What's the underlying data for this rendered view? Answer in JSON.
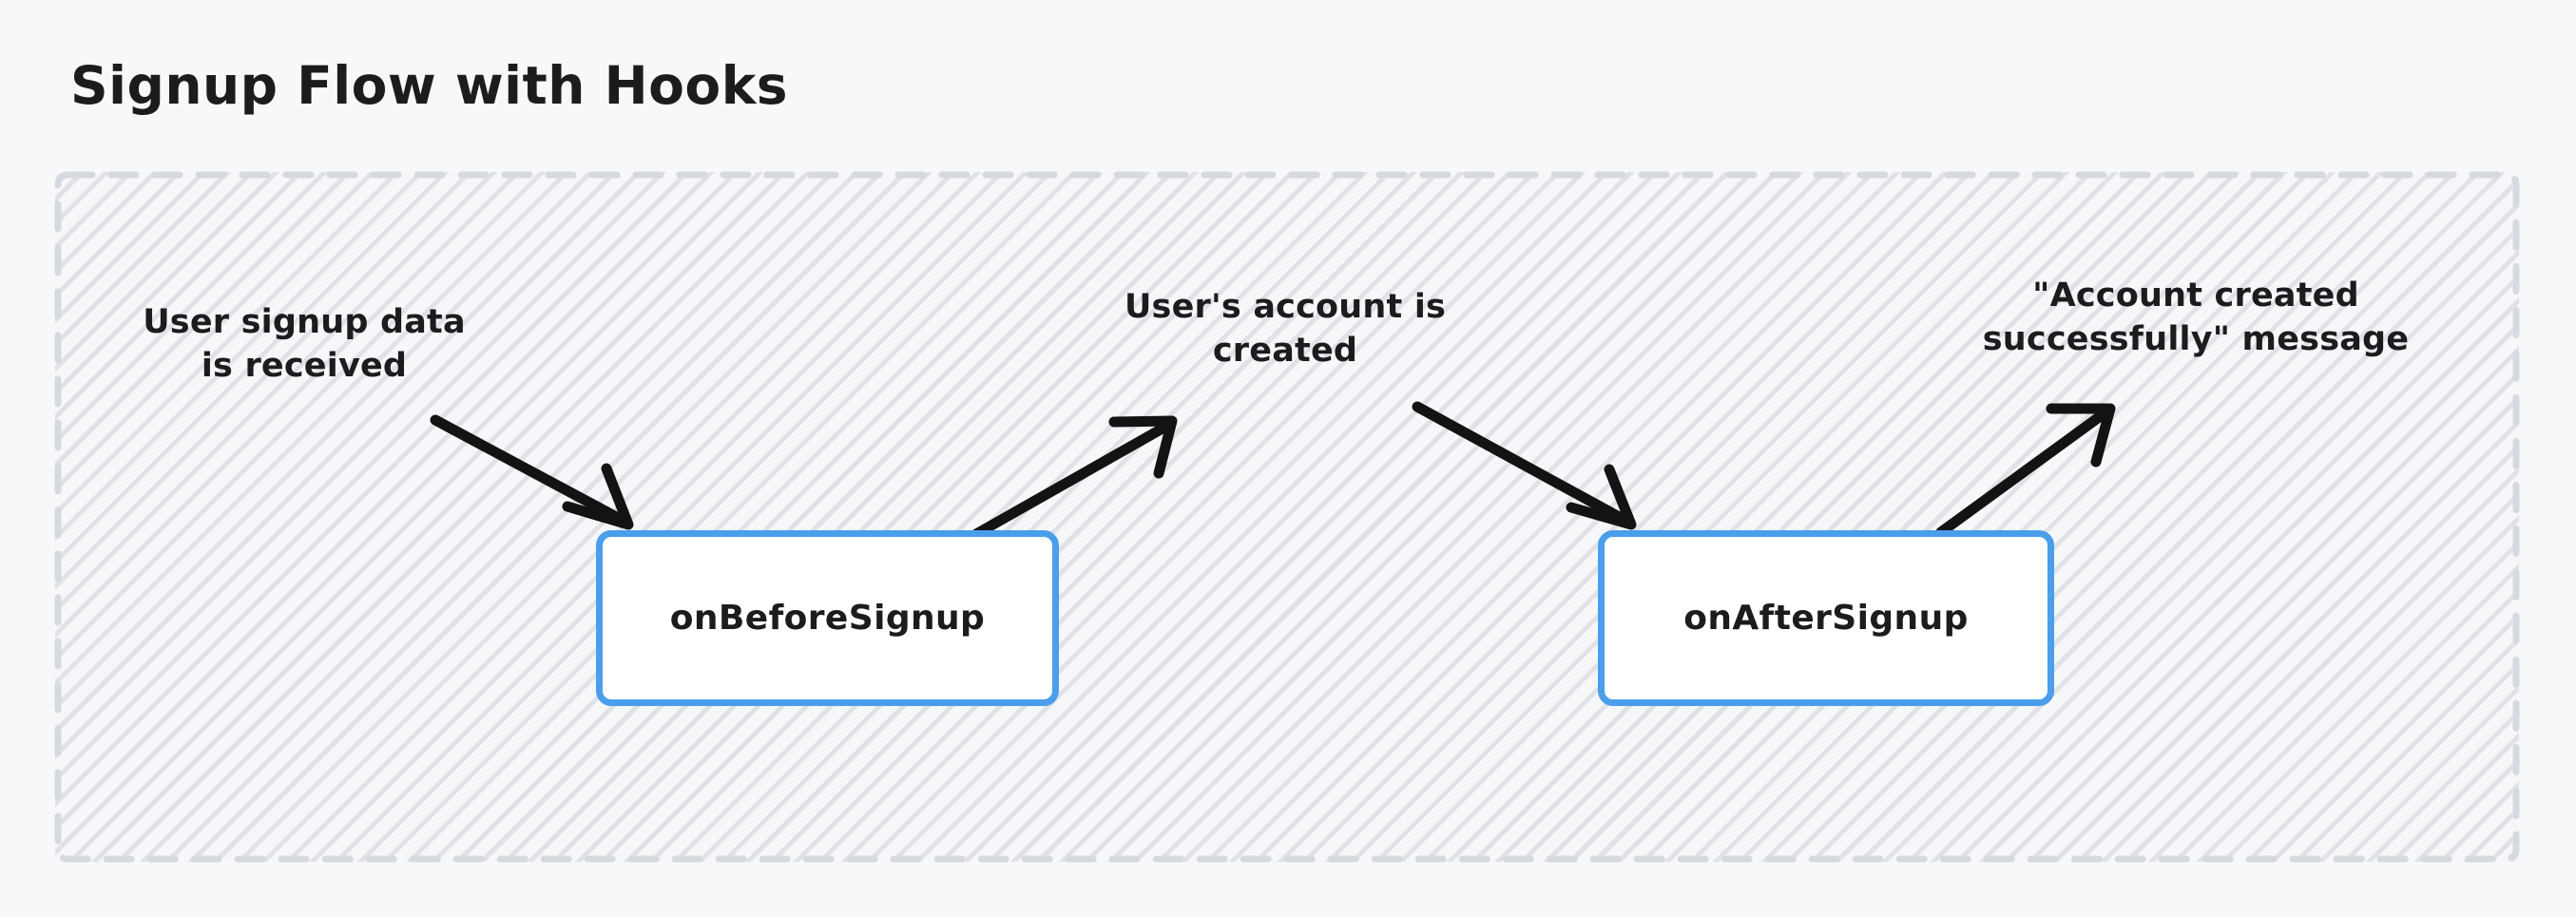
{
  "diagram": {
    "title": "Signup Flow with Hooks",
    "type": "flow",
    "colors": {
      "page_background": "#f7f8fa",
      "container_background": "#f6f7f9",
      "container_border": "#d6d9df",
      "node_border": "#4a9eea",
      "node_fill": "#ffffff",
      "text": "#1c1c1e",
      "arrow": "#131313"
    },
    "container": {
      "border_style": "dashed",
      "fill_pattern": "diagonal-hatch"
    },
    "nodes": [
      {
        "id": "on-before-signup",
        "label": "onBeforeSignup"
      },
      {
        "id": "on-after-signup",
        "label": "onAfterSignup"
      }
    ],
    "annotations": [
      {
        "id": "input",
        "text": "User signup data\nis received"
      },
      {
        "id": "created",
        "text": "User's account is\ncreated"
      },
      {
        "id": "message",
        "text": "\"Account created\nsuccessfully\" message"
      }
    ],
    "arrows": [
      {
        "id": "signup-data-to-before-hook",
        "direction": "down-right",
        "from": "annotation-input",
        "to": "node-on-before-signup"
      },
      {
        "id": "before-hook-to-account-created",
        "direction": "up-right",
        "from": "node-on-before-signup",
        "to": "annotation-created"
      },
      {
        "id": "account-created-to-after-hook",
        "direction": "down-right",
        "from": "annotation-created",
        "to": "node-on-after-signup"
      },
      {
        "id": "after-hook-to-message",
        "direction": "up-right",
        "from": "node-on-after-signup",
        "to": "annotation-message"
      }
    ]
  }
}
